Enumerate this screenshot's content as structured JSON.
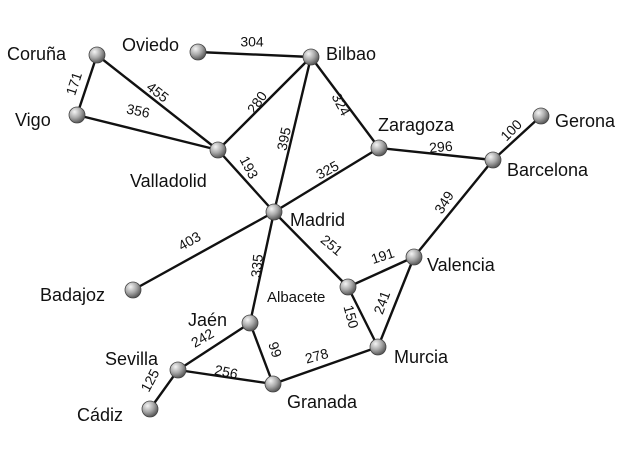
{
  "cities": [
    {
      "id": "coruna",
      "name": "Coruña"
    },
    {
      "id": "oviedo",
      "name": "Oviedo"
    },
    {
      "id": "bilbao",
      "name": "Bilbao"
    },
    {
      "id": "vigo",
      "name": "Vigo"
    },
    {
      "id": "zaragoza",
      "name": "Zaragoza"
    },
    {
      "id": "gerona",
      "name": "Gerona"
    },
    {
      "id": "valladolid",
      "name": "Valladolid"
    },
    {
      "id": "barcelona",
      "name": "Barcelona"
    },
    {
      "id": "madrid",
      "name": "Madrid"
    },
    {
      "id": "valencia",
      "name": "Valencia"
    },
    {
      "id": "badajoz",
      "name": "Badajoz"
    },
    {
      "id": "albacete",
      "name": "Albacete"
    },
    {
      "id": "jaen",
      "name": "Jaén"
    },
    {
      "id": "sevilla",
      "name": "Sevilla"
    },
    {
      "id": "murcia",
      "name": "Murcia"
    },
    {
      "id": "granada",
      "name": "Granada"
    },
    {
      "id": "cadiz",
      "name": "Cádiz"
    }
  ],
  "roads": [
    {
      "from": "coruna",
      "to": "vigo",
      "distance": "171"
    },
    {
      "from": "coruna",
      "to": "valladolid",
      "distance": "455"
    },
    {
      "from": "vigo",
      "to": "valladolid",
      "distance": "356"
    },
    {
      "from": "oviedo",
      "to": "bilbao",
      "distance": "304"
    },
    {
      "from": "bilbao",
      "to": "valladolid",
      "distance": "280"
    },
    {
      "from": "bilbao",
      "to": "madrid",
      "distance": "395"
    },
    {
      "from": "bilbao",
      "to": "zaragoza",
      "distance": "324"
    },
    {
      "from": "valladolid",
      "to": "madrid",
      "distance": "193"
    },
    {
      "from": "madrid",
      "to": "zaragoza",
      "distance": "325"
    },
    {
      "from": "zaragoza",
      "to": "barcelona",
      "distance": "296"
    },
    {
      "from": "gerona",
      "to": "barcelona",
      "distance": "100"
    },
    {
      "from": "barcelona",
      "to": "valencia",
      "distance": "349"
    },
    {
      "from": "badajoz",
      "to": "madrid",
      "distance": "403"
    },
    {
      "from": "madrid",
      "to": "albacete",
      "distance": "251"
    },
    {
      "from": "madrid",
      "to": "jaen",
      "distance": "335"
    },
    {
      "from": "albacete",
      "to": "valencia",
      "distance": "191"
    },
    {
      "from": "albacete",
      "to": "murcia",
      "distance": "150"
    },
    {
      "from": "valencia",
      "to": "murcia",
      "distance": "241"
    },
    {
      "from": "jaen",
      "to": "sevilla",
      "distance": "242"
    },
    {
      "from": "jaen",
      "to": "granada",
      "distance": "99"
    },
    {
      "from": "sevilla",
      "to": "granada",
      "distance": "256"
    },
    {
      "from": "sevilla",
      "to": "cadiz",
      "distance": "125"
    },
    {
      "from": "granada",
      "to": "murcia",
      "distance": "278"
    }
  ],
  "colors": {
    "line": "#111111",
    "node_light": "#f2f2f2",
    "node_dark": "#6e6e6e",
    "text": "#111111"
  }
}
